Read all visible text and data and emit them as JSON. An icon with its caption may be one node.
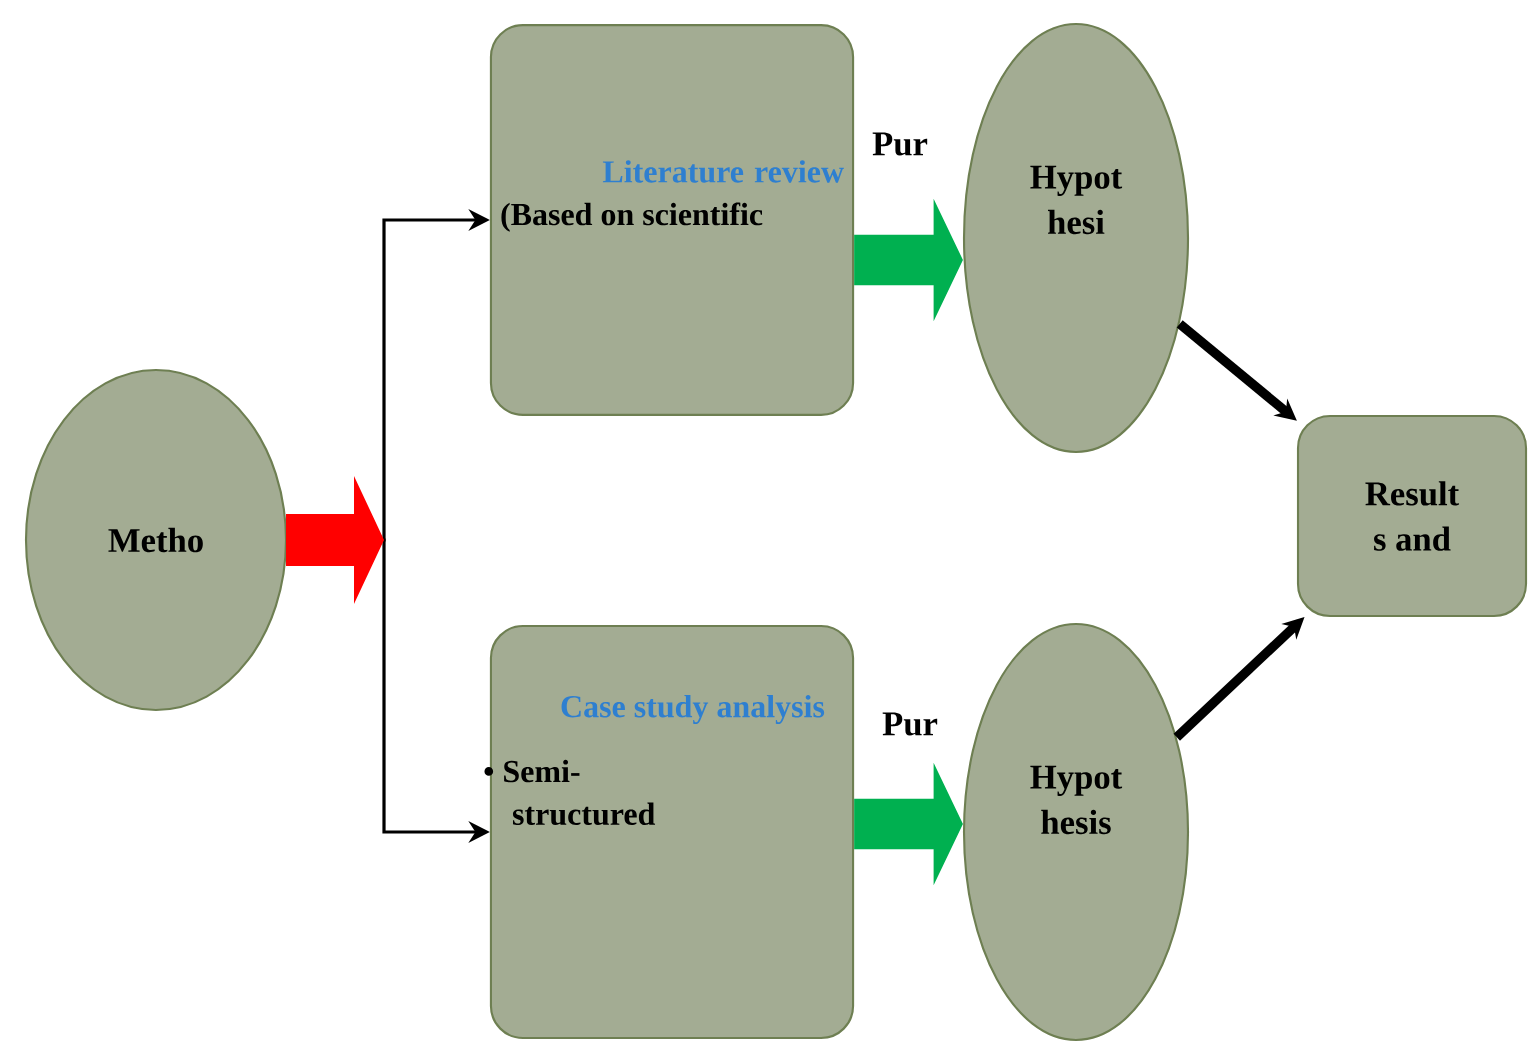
{
  "diagram": {
    "nodes": [
      {
        "text": [
          "Metho"
        ]
      },
      {
        "text": [
          "Literature review",
          "(Based on scientific"
        ]
      },
      {
        "text": [
          "Case study analysis",
          "• Semi-structured"
        ]
      },
      {
        "text": [
          "Hypot hesi"
        ]
      },
      {
        "text": [
          "Hypot hesis"
        ]
      },
      {
        "text": [
          "Result s and"
        ]
      }
    ],
    "edges": [
      {
        "from": 0,
        "to": 1,
        "arrow": "to"
      },
      {
        "from": 0,
        "to": 2,
        "arrow": "to"
      },
      {
        "from": 1,
        "to": 3,
        "arrow": "to",
        "label": "Pur",
        "style": "thick",
        "color": "#00b050"
      },
      {
        "from": 2,
        "to": 4,
        "arrow": "to",
        "label": "Pur",
        "style": "thick",
        "color": "#00b050"
      },
      {
        "from": 3,
        "to": 5,
        "arrow": "to",
        "style": "thick"
      },
      {
        "from": 4,
        "to": 5,
        "arrow": "to",
        "style": "thick"
      }
    ]
  }
}
